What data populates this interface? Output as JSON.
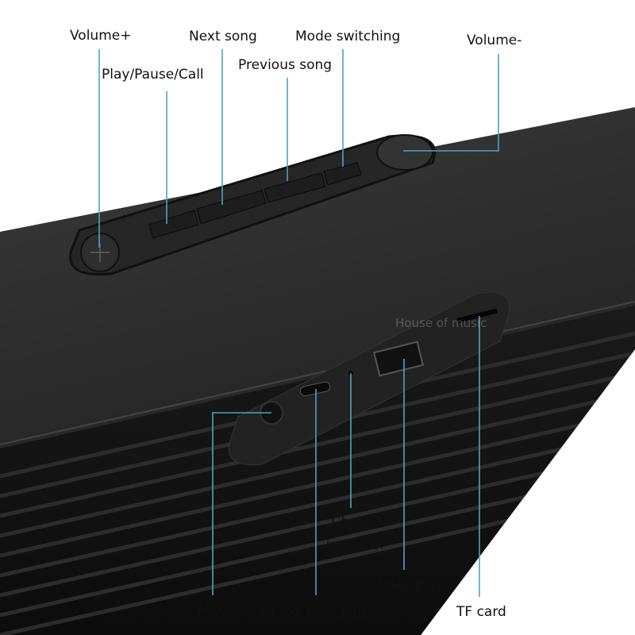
{
  "labels": {
    "volume_plus": "Volume+",
    "play_pause_call": "Play/Pause/Call",
    "next_song": "Next song",
    "previous_song": "Previous song",
    "mode_switching": "Mode switching",
    "volume_minus": "Volume-",
    "aux": "AUX",
    "dc_charging": "DC/5V charging",
    "charge_indicator_line1": "Charge",
    "charge_indicator_line2": "indicator",
    "usb_drive": "USB drive",
    "tf_card": "TF card"
  },
  "watermark": "House of music",
  "colors": {
    "callout_line": "#4aa5ba",
    "body": "#1e1e1e"
  }
}
